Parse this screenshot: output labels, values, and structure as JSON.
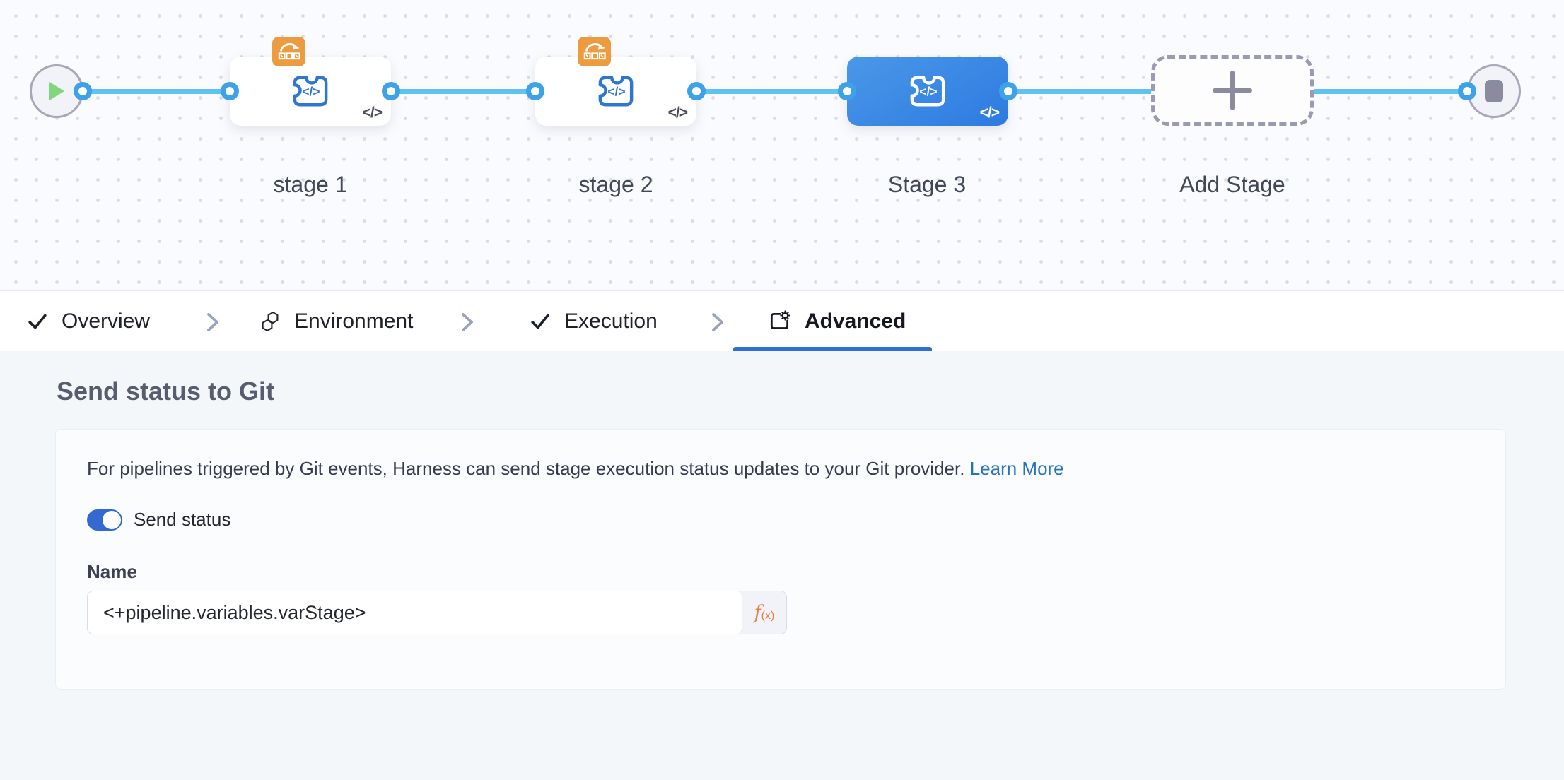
{
  "canvas": {
    "code_glyph": "</>",
    "stages": [
      {
        "label": "stage 1",
        "selected": false,
        "has_badge": true
      },
      {
        "label": "stage 2",
        "selected": false,
        "has_badge": true
      },
      {
        "label": "Stage 3",
        "selected": true,
        "has_badge": false
      }
    ],
    "add_stage_label": "Add Stage",
    "icons": {
      "start": "play-icon",
      "end": "stop-icon",
      "stage_type": "custom-stage-puzzle-icon",
      "badge": "deploy-rollback-badge-icon",
      "code": "code-brackets-icon"
    }
  },
  "tabs": [
    {
      "label": "Overview",
      "icon": "check-icon",
      "state": "completed"
    },
    {
      "label": "Environment",
      "icon": "environment-icon",
      "state": "default"
    },
    {
      "label": "Execution",
      "icon": "check-icon",
      "state": "completed"
    },
    {
      "label": "Advanced",
      "icon": "advanced-gear-icon",
      "state": "active"
    }
  ],
  "panel": {
    "heading": "Send status to Git",
    "description": "For pipelines triggered by Git events, Harness can send stage execution status updates to your Git provider.",
    "link_label": "Learn More",
    "toggle_label": "Send status",
    "toggle_on": true,
    "name_label": "Name",
    "name_value": "<+pipeline.variables.varStage>",
    "fx": {
      "f": "f",
      "sub": "(x)"
    }
  },
  "colors": {
    "edge_blue": "#5ec2f2",
    "port_ring_blue": "#3ea2ea",
    "selected_stage_blue": "#2d7ae1",
    "badge_orange": "#ec9c3e",
    "tab_underline_blue": "#2e6fd6",
    "toggle_blue": "#3569cf",
    "link_blue": "#2573bd",
    "fx_orange": "#ed7d45",
    "play_green": "#82d77e"
  }
}
